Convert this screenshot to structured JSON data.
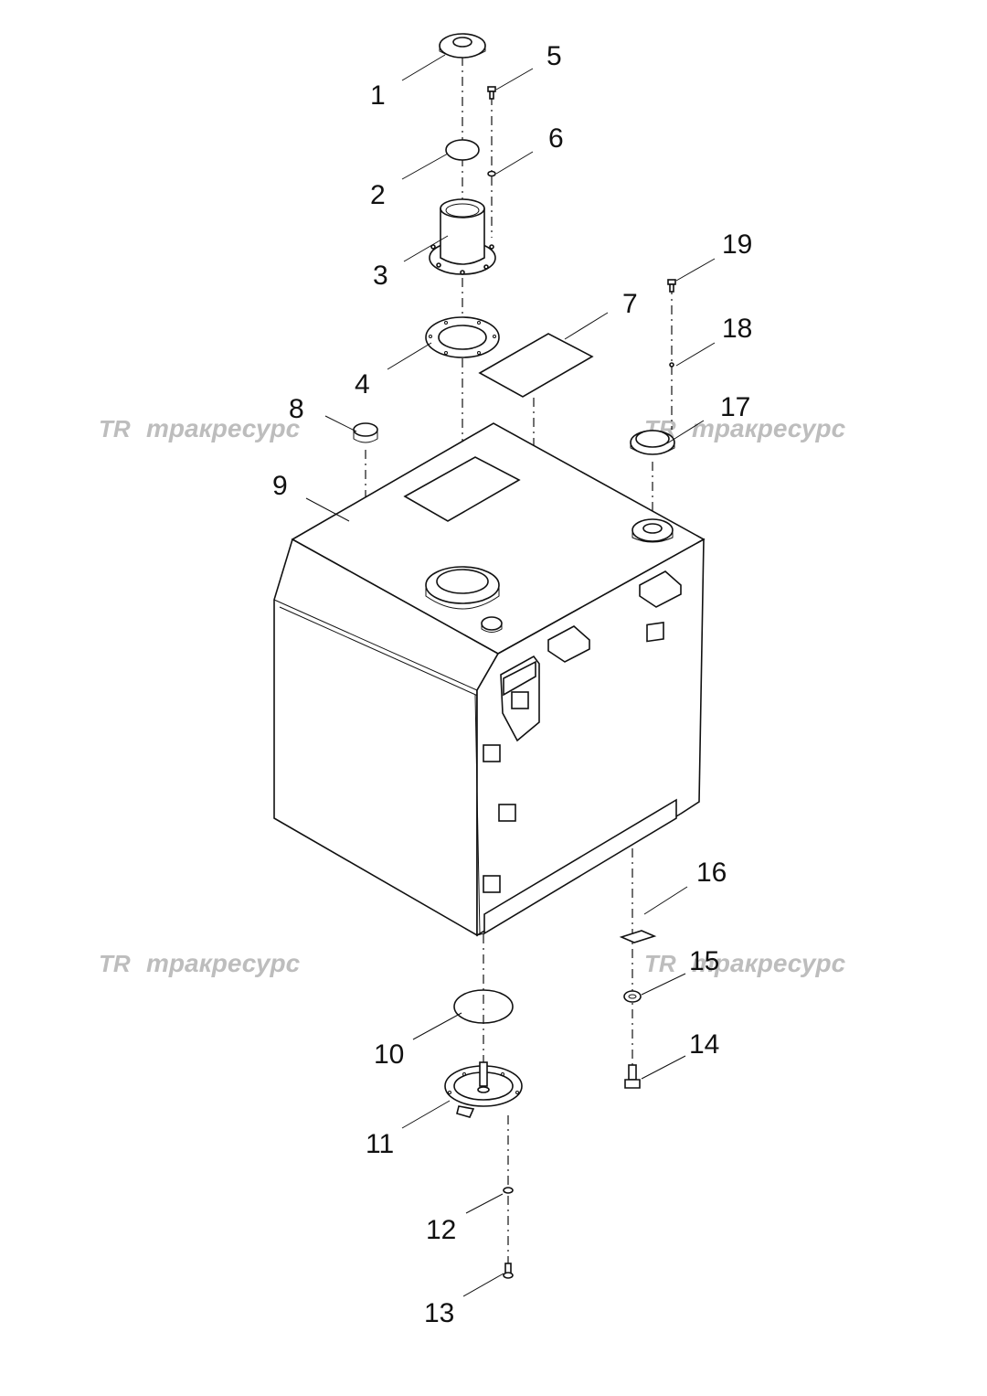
{
  "callouts": [
    "1",
    "2",
    "3",
    "4",
    "5",
    "6",
    "7",
    "8",
    "9",
    "10",
    "11",
    "12",
    "13",
    "14",
    "15",
    "16",
    "17",
    "18",
    "19"
  ],
  "watermark": {
    "mark": "TR",
    "text": "тракресурс"
  }
}
